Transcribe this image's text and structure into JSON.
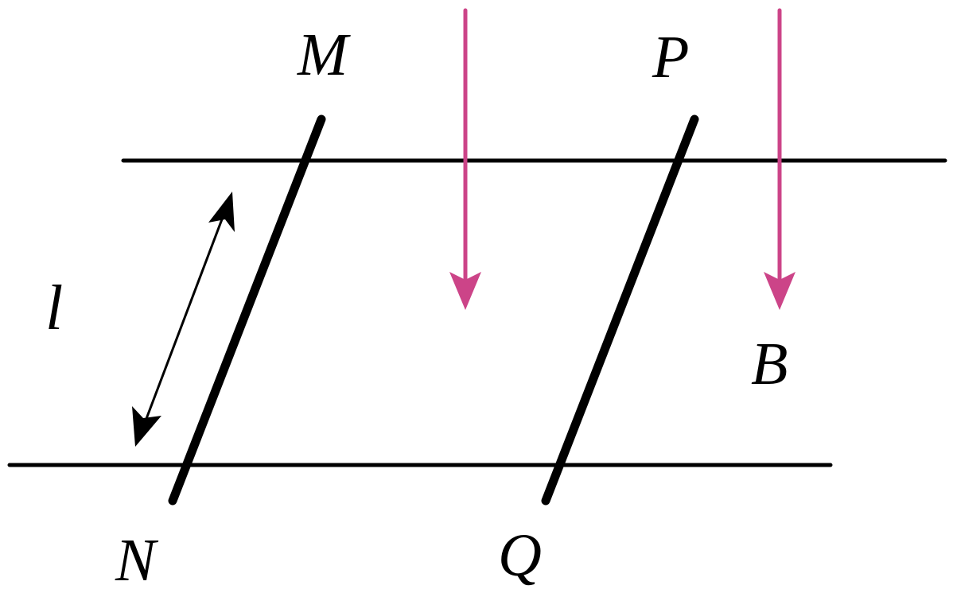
{
  "labels": {
    "m": "M",
    "p": "P",
    "n": "N",
    "q": "Q",
    "b": "B",
    "l": "l"
  },
  "colors": {
    "ink": "#000000",
    "field": "#cc4488"
  }
}
